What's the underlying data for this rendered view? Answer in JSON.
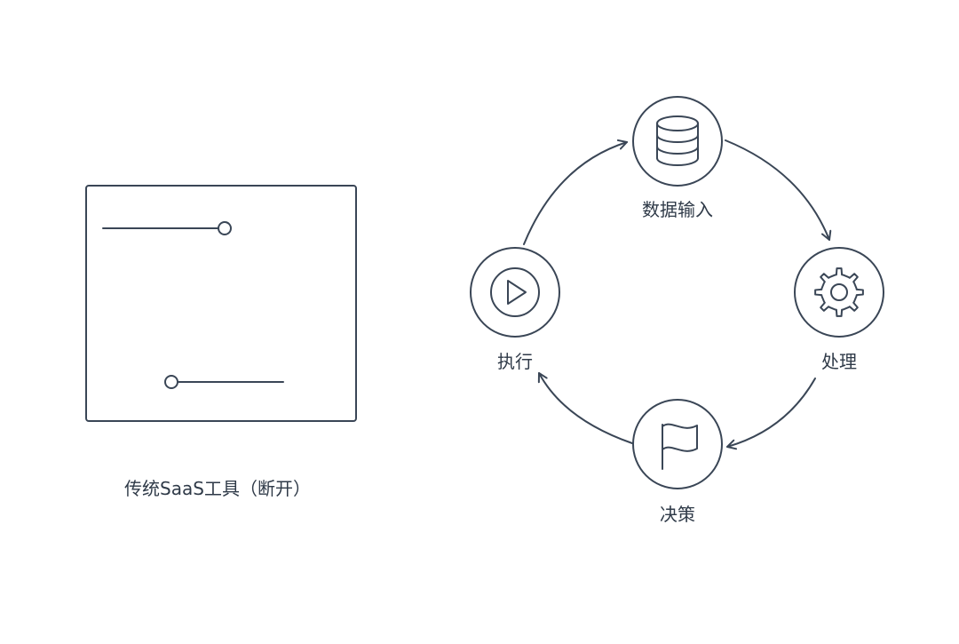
{
  "left_panel": {
    "caption": "传统SaaS工具（断开）"
  },
  "cycle": {
    "nodes": [
      {
        "id": "input",
        "label": "数据输入",
        "icon": "database-icon"
      },
      {
        "id": "process",
        "label": "处理",
        "icon": "gear-icon"
      },
      {
        "id": "decide",
        "label": "决策",
        "icon": "flag-icon"
      },
      {
        "id": "execute",
        "label": "执行",
        "icon": "play-icon"
      }
    ],
    "flow_direction": "clockwise"
  },
  "colors": {
    "line": "#3a4656",
    "text": "#2f3a48",
    "background": "#ffffff"
  }
}
